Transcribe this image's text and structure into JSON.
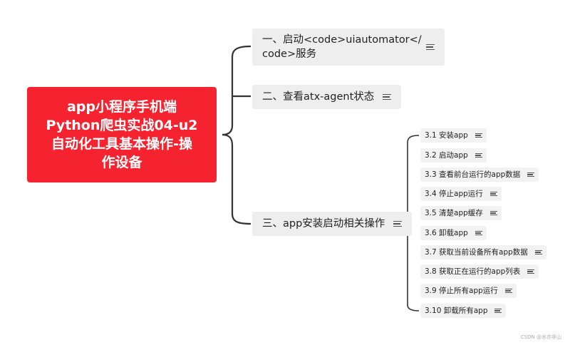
{
  "root": {
    "lines": [
      "app小程序手机端",
      "Python爬虫实战04-u2",
      "自动化工具基本操作-操",
      "作设备"
    ]
  },
  "branches": [
    {
      "label": "一、启动<code>uiautomator</\ncode>服务"
    },
    {
      "label": "二、查看atx-agent状态"
    },
    {
      "label": "三、app安装启动相关操作"
    }
  ],
  "leaves": [
    {
      "label": "3.1 安装app"
    },
    {
      "label": "3.2 启动app"
    },
    {
      "label": "3.3 查看前台运行的app数据"
    },
    {
      "label": "3.4 停止app运行"
    },
    {
      "label": "3.5 清楚app缓存"
    },
    {
      "label": "3.6 卸载app"
    },
    {
      "label": "3.7 获取当前设备所有app数据"
    },
    {
      "label": "3.8 获取正在运行的app列表"
    },
    {
      "label": "3.9 停止所有app运行"
    },
    {
      "label": "3.10 卸载所有app"
    }
  ],
  "watermark": "CSDN @水亦非山",
  "colors": {
    "root": "#f5232f",
    "branch": "#eeeeee",
    "connector": "#333333"
  },
  "icons": {
    "note": "note-lines-icon"
  }
}
